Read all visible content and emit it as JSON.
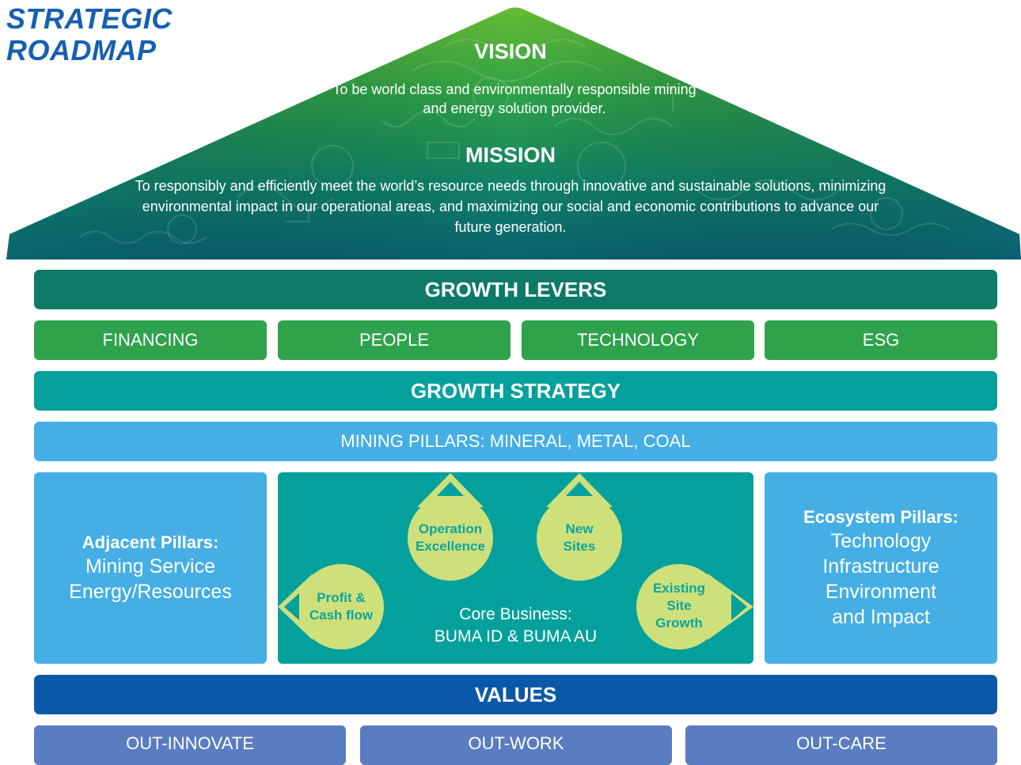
{
  "title": {
    "line1": "STRATEGIC",
    "line2": "ROADMAP"
  },
  "vision": {
    "heading": "VISION",
    "text": "To be world class and environmentally responsible mining and energy solution provider."
  },
  "mission": {
    "heading": "MISSION",
    "text": "To responsibly and efficiently meet the world’s resource needs through innovative and sustainable solutions, minimizing environmental impact in our operational areas, and maximizing our social and economic contributions to advance our future generation."
  },
  "growth_levers": {
    "heading": "GROWTH LEVERS",
    "items": [
      "FINANCING",
      "PEOPLE",
      "TECHNOLOGY",
      "ESG"
    ]
  },
  "growth_strategy": {
    "heading": "GROWTH STRATEGY"
  },
  "mining_pillars": {
    "text": "MINING PILLARS: MINERAL, METAL, COAL"
  },
  "adjacent_pillars": {
    "heading": "Adjacent Pillars:",
    "items": [
      "Mining Service",
      "Energy/Resources"
    ]
  },
  "core_business": {
    "heading": "Core Business:",
    "text": "BUMA ID & BUMA AU",
    "bubbles": [
      {
        "lines": [
          "Profit &",
          "Cash flow"
        ],
        "pointer": "left"
      },
      {
        "lines": [
          "Operation",
          "Excellence"
        ],
        "pointer": "up"
      },
      {
        "lines": [
          "New",
          "Sites"
        ],
        "pointer": "up"
      },
      {
        "lines": [
          "Existing",
          "Site",
          "Growth"
        ],
        "pointer": "right"
      }
    ]
  },
  "ecosystem_pillars": {
    "heading": "Ecosystem Pillars:",
    "items": [
      "Technology",
      "Infrastructure",
      "Environment",
      "and Impact"
    ]
  },
  "values": {
    "heading": "VALUES",
    "items": [
      "OUT-INNOVATE",
      "OUT-WORK",
      "OUT-CARE"
    ]
  },
  "colors": {
    "title": "#1560b0",
    "roof_top": "#5cb832",
    "roof_bottom": "#0a6a6e",
    "growth_levers": "#0c7a66",
    "lever_items": "#2fa24c",
    "growth_strategy": "#04a09c",
    "pillars": "#45aee4",
    "core": "#04a09c",
    "bubble": "#cde07a",
    "values": "#0c58a8",
    "value_items": "#5a7cc0"
  }
}
